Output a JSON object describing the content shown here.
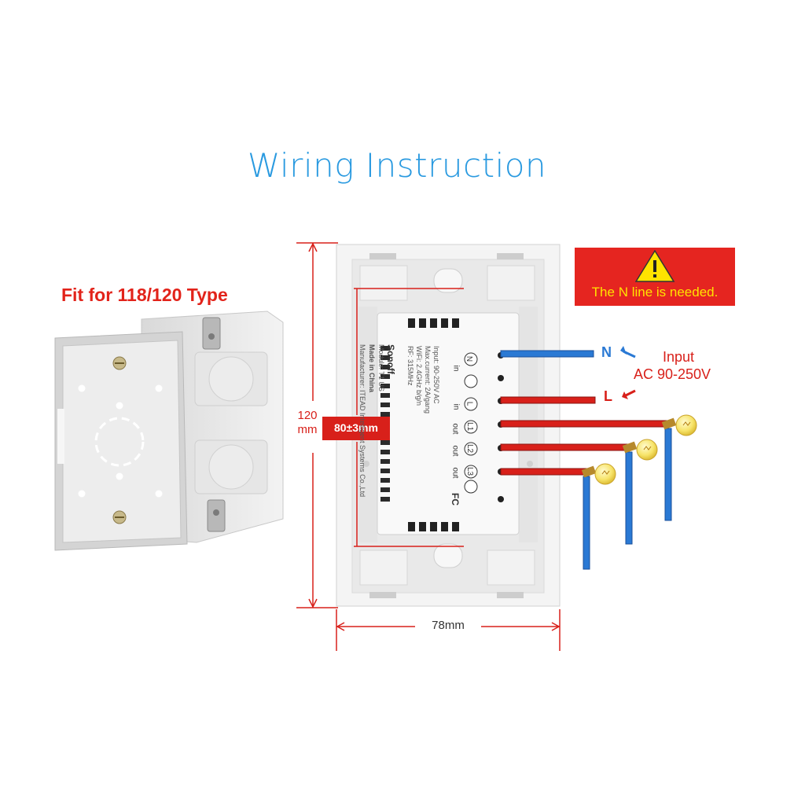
{
  "title": "Wiring Instruction",
  "box": {
    "label": "Fit for 118/120 Type"
  },
  "warning": {
    "text": "The N line is needed.",
    "icon": "warning-icon"
  },
  "wiring": {
    "n_label": "N",
    "l_label": "L",
    "input_label": "Input",
    "input_voltage": "AC 90-250V",
    "neutral_color": "#2a79d4",
    "live_color": "#d8201a"
  },
  "dimensions": {
    "height": "120\nmm",
    "inner": "80±3mm",
    "width": "78mm"
  },
  "module": {
    "brand": "Sonoff",
    "model": "Module: T1 US",
    "made_in": "Made in China",
    "input": "Input: 90-250V AC",
    "max_current": "Max.current: 2A/gang",
    "wifi": "WiFi: 2.4GHz b/g/n",
    "rf": "RF: 315MHz",
    "manufacturer": "Manufacturer: ITEAD Intelligent Systems Co.,Ltd",
    "fc": "FC",
    "terminals": [
      "N",
      "L",
      "L1",
      "L2",
      "L3"
    ],
    "in_labels": [
      "in",
      "in"
    ],
    "out_labels": [
      "out",
      "out",
      "out"
    ]
  }
}
